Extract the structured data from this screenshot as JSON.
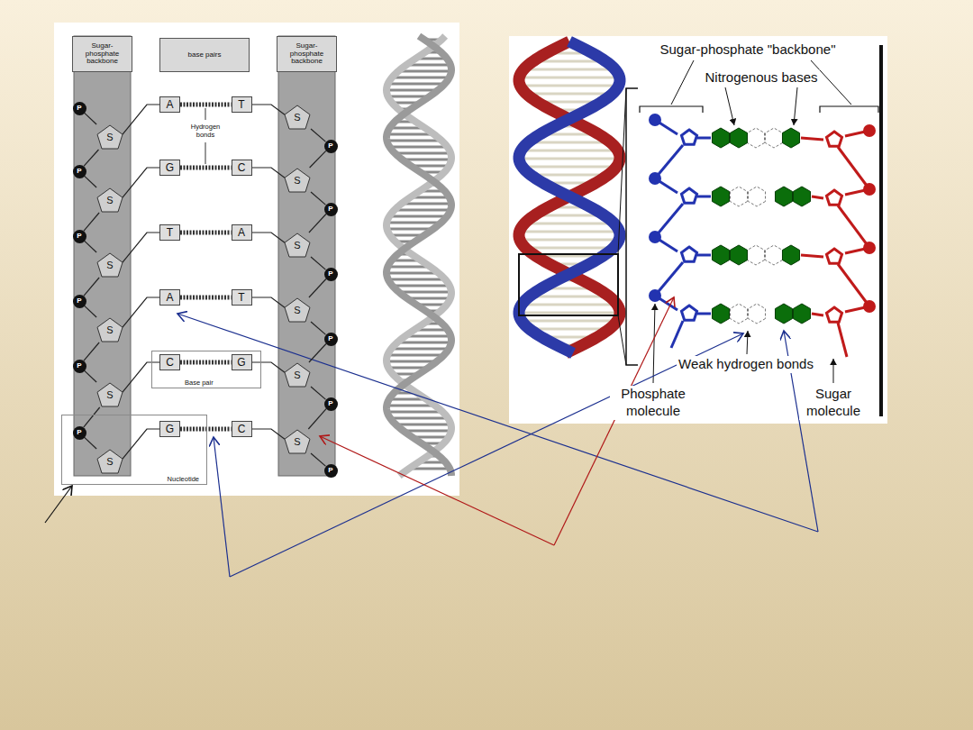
{
  "diagram": {
    "nodes": [
      {
        "text": [
          "Sugar-phosphate backbone"
        ]
      },
      {
        "text": [
          "base pairs"
        ]
      },
      {
        "text": [
          "Sugar-phosphate backbone"
        ]
      },
      {
        "text": [
          "P"
        ]
      },
      {
        "text": [
          "S"
        ]
      },
      {
        "text": [
          "A"
        ]
      },
      {
        "text": [
          "T"
        ]
      },
      {
        "text": [
          "S"
        ]
      },
      {
        "text": [
          "P"
        ]
      },
      {
        "text": [
          "P"
        ]
      },
      {
        "text": [
          "S"
        ]
      },
      {
        "text": [
          "G"
        ]
      },
      {
        "text": [
          "C"
        ]
      },
      {
        "text": [
          "S"
        ]
      },
      {
        "text": [
          "P"
        ]
      },
      {
        "text": [
          "P"
        ]
      },
      {
        "text": [
          "S"
        ]
      },
      {
        "text": [
          "T"
        ]
      },
      {
        "text": [
          "A"
        ]
      },
      {
        "text": [
          "S"
        ]
      },
      {
        "text": [
          "P"
        ]
      },
      {
        "text": [
          "P"
        ]
      },
      {
        "text": [
          "S"
        ]
      },
      {
        "text": [
          "A"
        ]
      },
      {
        "text": [
          "T"
        ]
      },
      {
        "text": [
          "S"
        ]
      },
      {
        "text": [
          "P"
        ]
      },
      {
        "text": [
          "P"
        ]
      },
      {
        "text": [
          "S"
        ]
      },
      {
        "text": [
          "Base pair"
        ]
      },
      {
        "text": [
          "C"
        ],
        "in": 29
      },
      {
        "text": [
          "G"
        ],
        "in": 29
      },
      {
        "text": [
          "S"
        ]
      },
      {
        "text": [
          "P"
        ]
      },
      {
        "text": [
          "Nucleotide"
        ]
      },
      {
        "text": [
          "P"
        ],
        "in": 34
      },
      {
        "text": [
          "S"
        ],
        "in": 34
      },
      {
        "text": [
          "G"
        ],
        "in": 34
      },
      {
        "text": [
          "C"
        ]
      },
      {
        "text": [
          "S"
        ]
      },
      {
        "text": [
          "P"
        ]
      }
    ],
    "edges": [
      {
        "from": 4,
        "to": 5,
        "arrow": "none"
      },
      {
        "from": 5,
        "to": 6,
        "arrow": "none"
      },
      {
        "from": 6,
        "to": 7,
        "arrow": "none"
      },
      {
        "from": 10,
        "to": 11,
        "arrow": "none"
      },
      {
        "from": 11,
        "to": 12,
        "arrow": "none"
      },
      {
        "from": 12,
        "to": 13,
        "arrow": "none"
      },
      {
        "from": 16,
        "to": 17,
        "arrow": "none"
      },
      {
        "from": 17,
        "to": 18,
        "arrow": "none"
      },
      {
        "from": 18,
        "to": 19,
        "arrow": "none"
      },
      {
        "from": 22,
        "to": 23,
        "arrow": "none"
      },
      {
        "from": 23,
        "to": 24,
        "arrow": "none"
      },
      {
        "from": 24,
        "to": 25,
        "arrow": "none"
      },
      {
        "from": 28,
        "to": 30,
        "arrow": "none"
      },
      {
        "from": 30,
        "to": 31,
        "arrow": "none"
      },
      {
        "from": 31,
        "to": 32,
        "arrow": "none"
      },
      {
        "from": 36,
        "to": 37,
        "arrow": "none"
      },
      {
        "from": 37,
        "to": 38,
        "arrow": "none"
      },
      {
        "from": 38,
        "to": 39,
        "arrow": "none"
      },
      {
        "from": 3,
        "to": 4,
        "arrow": "none"
      },
      {
        "from": 4,
        "to": 9,
        "arrow": "none"
      },
      {
        "from": 9,
        "to": 10,
        "arrow": "none"
      },
      {
        "from": 10,
        "to": 15,
        "arrow": "none"
      },
      {
        "from": 15,
        "to": 16,
        "arrow": "none"
      },
      {
        "from": 16,
        "to": 21,
        "arrow": "none"
      },
      {
        "from": 21,
        "to": 22,
        "arrow": "none"
      },
      {
        "from": 22,
        "to": 27,
        "arrow": "none"
      },
      {
        "from": 27,
        "to": 28,
        "arrow": "none"
      },
      {
        "from": 28,
        "to": 35,
        "arrow": "none"
      },
      {
        "from": 35,
        "to": 36,
        "arrow": "none"
      },
      {
        "from": 7,
        "to": 8,
        "arrow": "none"
      },
      {
        "from": 8,
        "to": 13,
        "arrow": "none"
      },
      {
        "from": 13,
        "to": 14,
        "arrow": "none"
      },
      {
        "from": 14,
        "to": 19,
        "arrow": "none"
      },
      {
        "from": 19,
        "to": 20,
        "arrow": "none"
      },
      {
        "from": 20,
        "to": 25,
        "arrow": "none"
      },
      {
        "from": 25,
        "to": 26,
        "arrow": "none"
      },
      {
        "from": 26,
        "to": 32,
        "arrow": "none"
      },
      {
        "from": 32,
        "to": 33,
        "arrow": "none"
      },
      {
        "from": 33,
        "to": 39,
        "arrow": "none"
      },
      {
        "from": 39,
        "to": 40,
        "arrow": "none"
      }
    ],
    "labels": [
      "Hydrogen bonds",
      "Sugar-phosphate \"backbone\"",
      "Nitrogenous bases",
      "Weak hydrogen bonds",
      "Phosphate molecule",
      "Sugar molecule"
    ]
  }
}
